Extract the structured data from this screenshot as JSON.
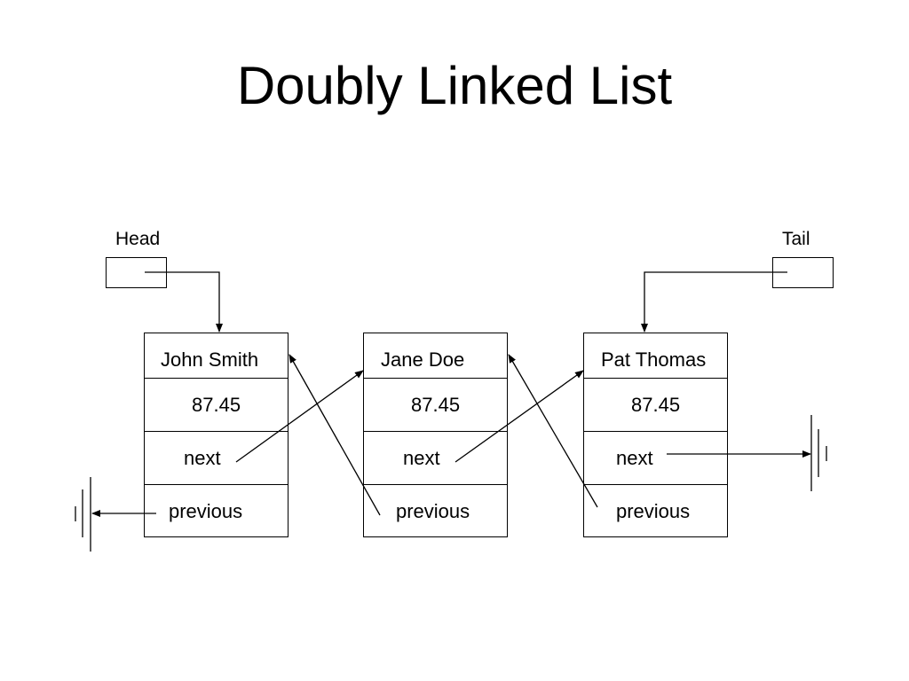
{
  "title": "Doubly Linked List",
  "head_label": "Head",
  "tail_label": "Tail",
  "nodes": [
    {
      "name": "John Smith",
      "value": "87.45",
      "next": "next",
      "previous": "previous"
    },
    {
      "name": "Jane Doe",
      "value": "87.45",
      "next": "next",
      "previous": "previous"
    },
    {
      "name": "Pat Thomas",
      "value": "87.45",
      "next": "next",
      "previous": "previous"
    }
  ]
}
